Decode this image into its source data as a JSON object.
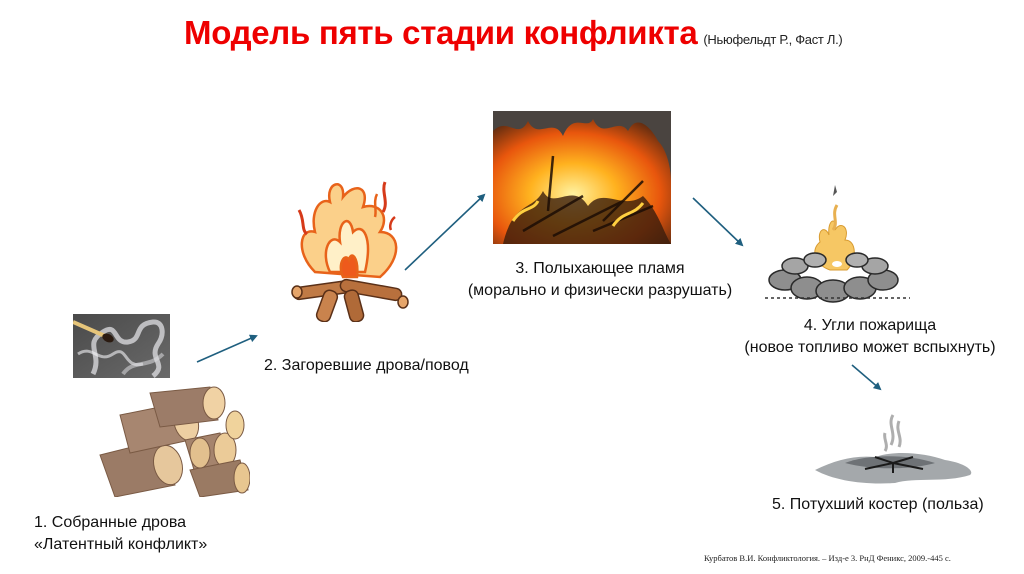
{
  "header": {
    "title": "Модель пять стадии конфликта",
    "subtitle": "(Ньюфельдт Р., Фаст Л.)"
  },
  "stages": [
    {
      "number": 1,
      "line1": "1. Собранные дрова",
      "line2": "«Латентный конфликт»",
      "image": "firewood-stack-and-smoking-match"
    },
    {
      "number": 2,
      "line1": "2. Загоревшие  дрова/повод",
      "image": "cartoon-campfire"
    },
    {
      "number": 3,
      "line1": "3. Полыхающее пламя",
      "line2": "(морально и физически разрушать)",
      "image": "blazing-bonfire-photo"
    },
    {
      "number": 4,
      "line1": "4. Угли пожарища",
      "line2": "(новое топливо может вспыхнуть)",
      "image": "stone-ring-embers"
    },
    {
      "number": 5,
      "line1": "5. Потухший костер (польза)",
      "image": "extinguished-fire-smoke"
    }
  ],
  "arrows": [
    {
      "from": 1,
      "to": 2
    },
    {
      "from": 2,
      "to": 3
    },
    {
      "from": 3,
      "to": 4
    },
    {
      "from": 4,
      "to": 5
    }
  ],
  "colors": {
    "title": "#ee0000",
    "arrow": "#1f5f7f",
    "text": "#111111"
  },
  "citation": "Курбатов В.И. Конфликтология. – Изд-е 3. РнД Феникс, 2009.-445 с."
}
